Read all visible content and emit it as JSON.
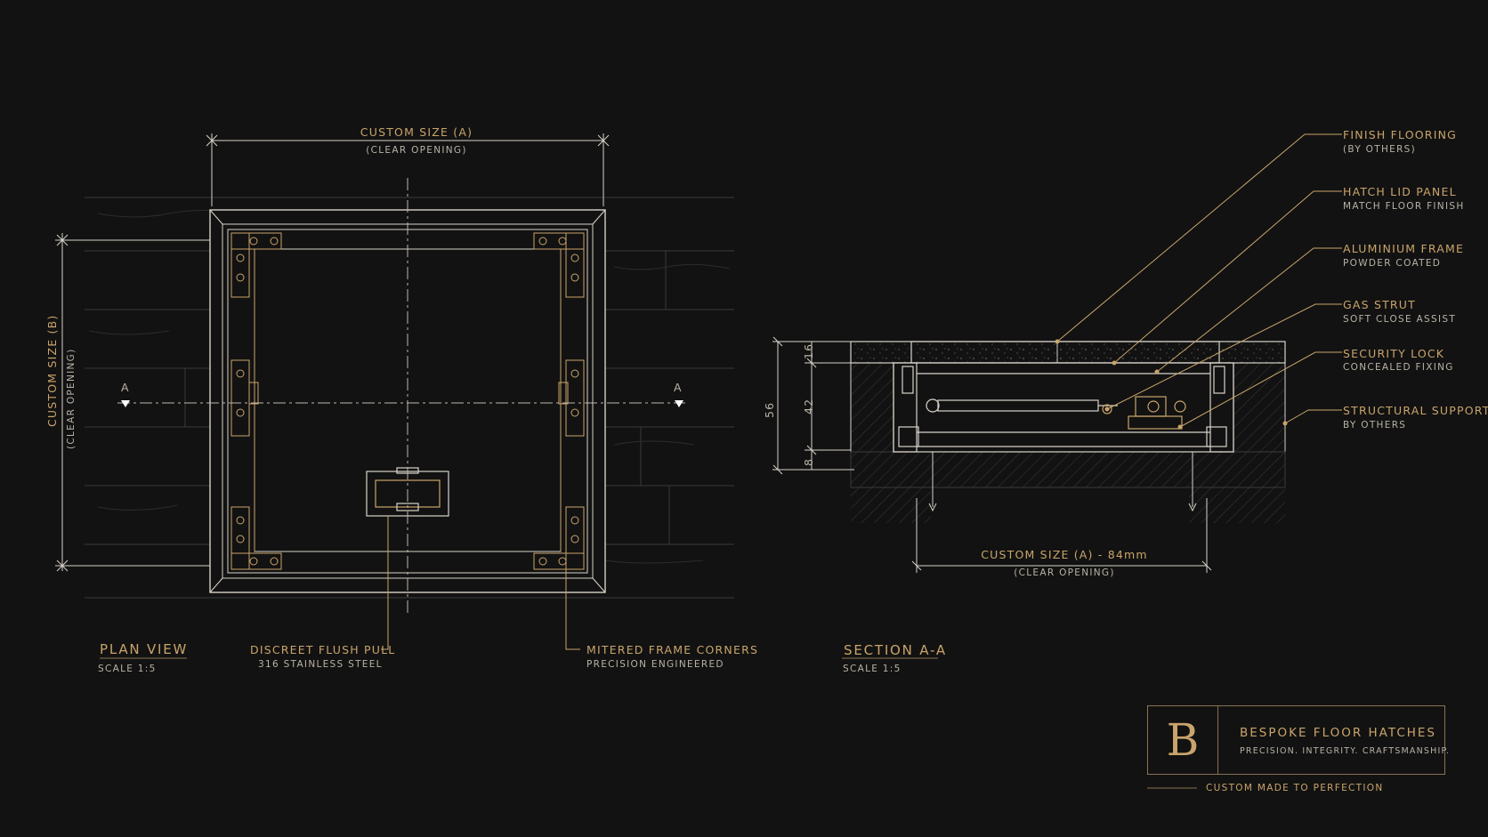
{
  "plan": {
    "dim_top_label": "CUSTOM SIZE (A)",
    "dim_top_sub": "(CLEAR OPENING)",
    "dim_left_label": "CUSTOM SIZE (B)",
    "dim_left_sub": "(CLEAR OPENING)",
    "section_marker_left": "A",
    "section_marker_right": "A",
    "title": "PLAN VIEW",
    "scale": "SCALE 1:5",
    "callout_pull": {
      "title": "DISCREET FLUSH PULL",
      "sub": "316 STAINLESS STEEL"
    },
    "callout_corners": {
      "title": "MITERED FRAME CORNERS",
      "sub": "PRECISION ENGINEERED"
    }
  },
  "section": {
    "title": "SECTION A-A",
    "scale": "SCALE 1:5",
    "dim_total": "56",
    "dim_top": "16",
    "dim_mid": "42",
    "dim_bottom": "8",
    "dim_bottom_label": "CUSTOM SIZE (A) - 84mm",
    "dim_bottom_sub": "(CLEAR OPENING)",
    "callouts": [
      {
        "title": "FINISH FLOORING",
        "sub": "(BY OTHERS)"
      },
      {
        "title": "HATCH LID PANEL",
        "sub": "MATCH FLOOR FINISH"
      },
      {
        "title": "ALUMINIUM FRAME",
        "sub": "POWDER COATED"
      },
      {
        "title": "GAS STRUT",
        "sub": "SOFT CLOSE ASSIST"
      },
      {
        "title": "SECURITY LOCK",
        "sub": "CONCEALED FIXING"
      },
      {
        "title": "STRUCTURAL SUPPORT",
        "sub": "BY OTHERS"
      }
    ]
  },
  "brand": {
    "monogram": "B",
    "name": "BESPOKE FLOOR HATCHES",
    "tagline": "PRECISION. INTEGRITY. CRAFTSMANSHIP.",
    "footer": "CUSTOM MADE TO PERFECTION"
  },
  "colors": {
    "background": "#121212",
    "gold": "#c9a46b",
    "line": "#d8d3c8"
  }
}
